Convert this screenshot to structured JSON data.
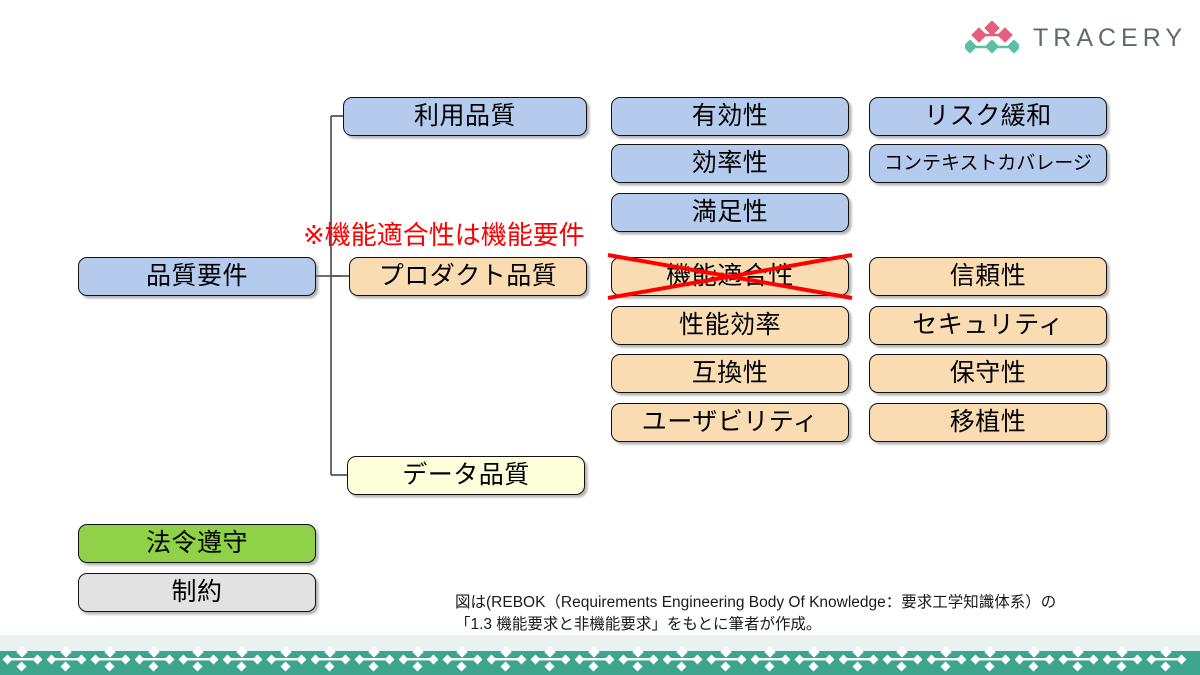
{
  "brand": {
    "name": "TRACERY",
    "mark_icon": "diamond-lattice-logo-icon",
    "mark_color_top": "#e0607e",
    "mark_color_bottom": "#5bbfa6",
    "word_color": "#5f6b68"
  },
  "diagram": {
    "root": {
      "label": "品質要件",
      "color": "#b4cbee"
    },
    "branches": [
      {
        "label": "利用品質",
        "color": "#b4cbee"
      },
      {
        "label": "プロダクト品質",
        "color": "#fadcb3"
      },
      {
        "label": "データ品質",
        "color": "#fcffd9"
      }
    ],
    "usage_quality_attributes_col1": [
      {
        "label": "有効性",
        "color": "#b4cbee"
      },
      {
        "label": "効率性",
        "color": "#b4cbee"
      },
      {
        "label": "満足性",
        "color": "#b4cbee"
      }
    ],
    "usage_quality_attributes_col2": [
      {
        "label": "リスク緩和",
        "color": "#b4cbee",
        "size": "normal"
      },
      {
        "label": "コンテキストカバレージ",
        "color": "#b4cbee",
        "size": "small"
      }
    ],
    "product_quality_attributes_col1": [
      {
        "label": "機能適合性",
        "color": "#fadcb3",
        "struck_out": true
      },
      {
        "label": "性能効率",
        "color": "#fadcb3",
        "struck_out": false
      },
      {
        "label": "互換性",
        "color": "#fadcb3",
        "struck_out": false
      },
      {
        "label": "ユーザビリティ",
        "color": "#fadcb3",
        "struck_out": false
      }
    ],
    "product_quality_attributes_col2": [
      {
        "label": "信頼性",
        "color": "#fadcb3"
      },
      {
        "label": "セキュリティ",
        "color": "#fadcb3"
      },
      {
        "label": "保守性",
        "color": "#fadcb3"
      },
      {
        "label": "移植性",
        "color": "#fadcb3"
      }
    ],
    "other_requirements": [
      {
        "label": "法令遵守",
        "color": "#8fd247"
      },
      {
        "label": "制約",
        "color": "#e2e2e2"
      }
    ],
    "annotation": {
      "text": "※機能適合性は機能要件",
      "color": "#ff0000"
    },
    "strike_color": "#ff0000"
  },
  "caption": {
    "line1": "図は(REBOK（Requirements Engineering Body Of Knowledge：要求工学知識体系）の",
    "line2": "「1.3 機能要求と非機能要求」をもとに筆者が作成。"
  },
  "footer": {
    "band_color": "#3da58e",
    "band_top_color": "#e8f3f1",
    "pattern_icon": "diamond-zigzag-pattern-icon"
  }
}
